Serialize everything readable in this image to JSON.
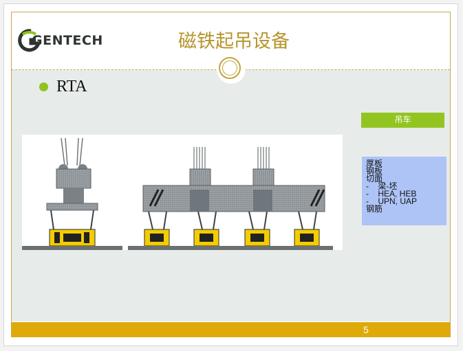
{
  "slide": {
    "logo_text": "GENTECH",
    "title": "磁铁起吊设备",
    "bullet": "RTA",
    "tag_label": "吊车",
    "applications": [
      "厚板",
      "钢板",
      "切面",
      "-    梁-坯",
      "-    HEA, HEB",
      "-    UPN, UAP",
      "钢筋"
    ],
    "page_number": "5"
  },
  "colors": {
    "accent_gold": "#b6942c",
    "footer_bar": "#deaa0a",
    "bullet_green": "#8fc31f",
    "tag_green": "#93c521",
    "info_blue": "#aec4f7"
  }
}
